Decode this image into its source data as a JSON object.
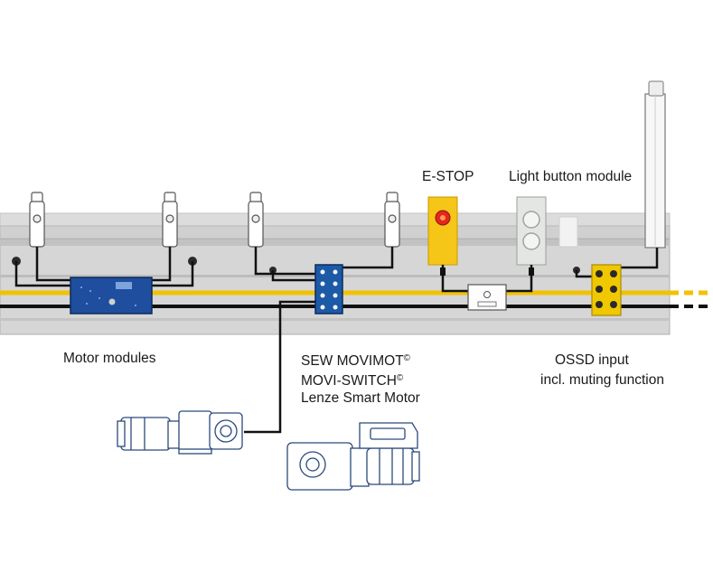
{
  "labels": {
    "estop": "E-STOP",
    "light_button": "Light button module",
    "motor_modules": "Motor modules",
    "sew_movimot": "SEW MOVIMOT",
    "movi_switch": "MOVI-SWITCH",
    "copyright": "©",
    "lenze": "Lenze Smart Motor",
    "ossd_line1": "OSSD input",
    "ossd_line2": "incl. muting function"
  },
  "colors": {
    "rail": "#d9d9d9",
    "rail_dark": "#b3b3b3",
    "rollers": "#c6c6c6",
    "yellow_bus": "#f2c200",
    "cable": "#111111",
    "module_blue": "#1f4e9e",
    "module_yellow": "#f0c800",
    "estop_red": "#e5261d",
    "motor_outline": "#2b4a7c"
  },
  "icons": [
    "estop-icon",
    "light-button-icon",
    "light-grid-icon",
    "motor-icon",
    "sensor-icon"
  ]
}
